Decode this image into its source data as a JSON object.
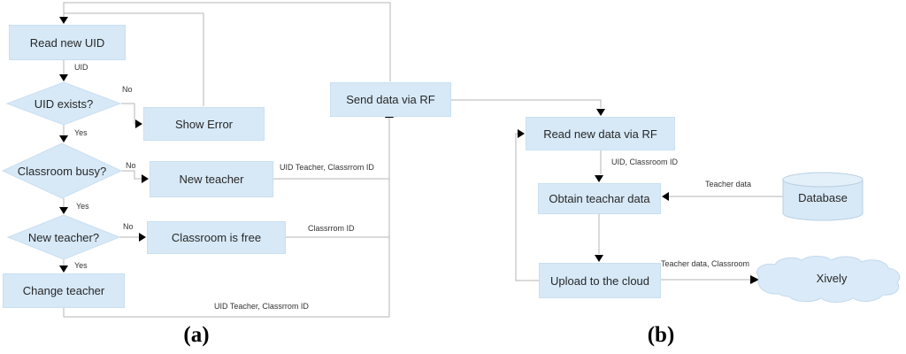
{
  "diagram": {
    "panel_a": {
      "caption": "(a)",
      "nodes": {
        "read_new_uid": "Read new UID",
        "uid_exists": "UID exists?",
        "show_error": "Show Error",
        "classroom_busy": "Classroom busy?",
        "new_teacher": "New teacher",
        "new_teacher_q": "New teacher?",
        "classroom_free": "Classroom is free",
        "change_teacher": "Change teacher",
        "send_rf": "Send data via RF"
      },
      "edge_labels": {
        "uid": "UID",
        "no_uid_exists": "No",
        "yes_uid_exists": "Yes",
        "no_classroom_busy": "No",
        "yes_classroom_busy": "Yes",
        "no_new_teacher": "No",
        "yes_new_teacher": "Yes",
        "uid_teacher_classroom_top": "UID Teacher, Classrrom ID",
        "classroom_id": "Classrrom ID",
        "uid_teacher_classroom_bottom": "UID Teacher, Classrrom ID"
      }
    },
    "panel_b": {
      "caption": "(b)",
      "nodes": {
        "read_new_data": "Read new data via RF",
        "obtain_teacher_data": "Obtain teachar data",
        "database": "Database",
        "upload_cloud": "Upload to the cloud",
        "xively": "Xively"
      },
      "edge_labels": {
        "uid_classroom_id": "UID, Classroom ID",
        "teacher_data": "Teacher data",
        "teacher_data_classroom": "Teacher data, Classroom"
      }
    },
    "colors": {
      "node_fill": "#d7e9f7",
      "node_border": "#c9dff0",
      "connector": "#b5b5b5",
      "arrowhead": "#000000",
      "text": "#222222"
    }
  }
}
